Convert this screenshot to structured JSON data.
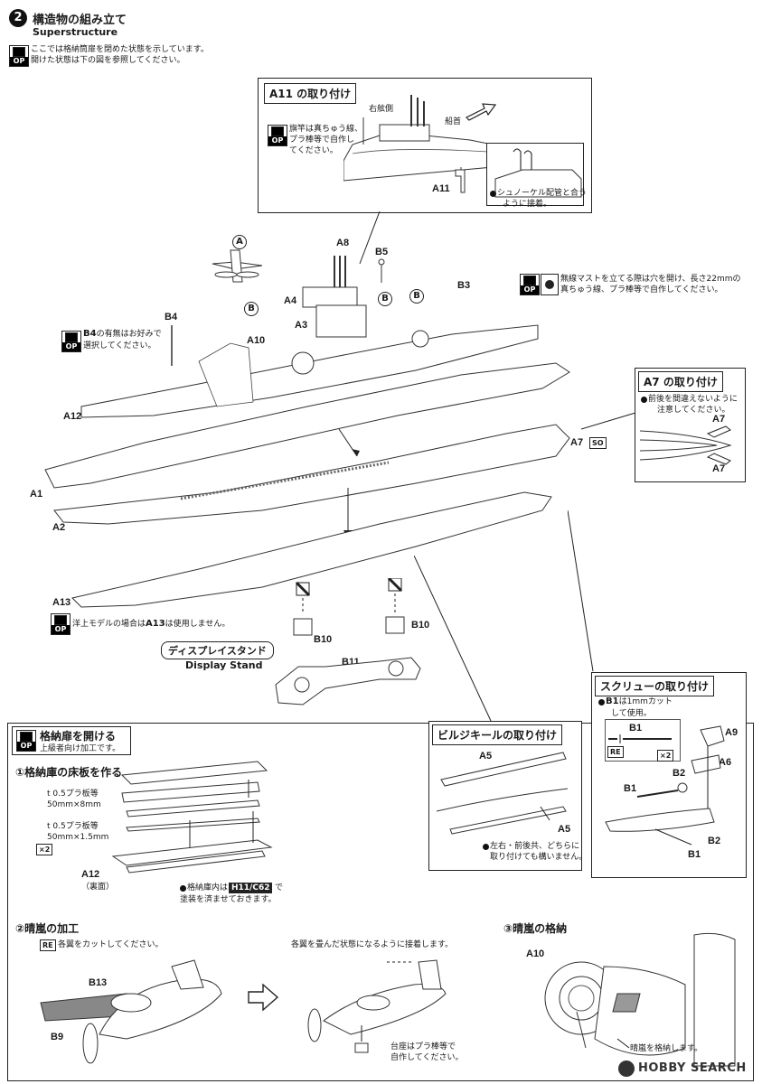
{
  "step": {
    "number": "2",
    "title_jp": "構造物の組み立て",
    "title_en": "Superstructure",
    "op_note_line1": "ここでは格納筒扉を閉めた状態を示しています。",
    "op_note_line2": "開けた状態は下の図を参照してください。"
  },
  "op_icon_text": "OP",
  "a11_box": {
    "title": "A11 の取り付け",
    "starboard": "右舷側",
    "bow": "船首",
    "note_line1": "旗竿は真ちゅう線、",
    "note_line2": "プラ棒等で自作し",
    "note_line3": "てください。",
    "part": "A11",
    "snorkel_line1": "シュノーケル配管と合う",
    "snorkel_line2": "ように接着。"
  },
  "mast_note": {
    "line1": "無線マストを立てる際は穴を開け、長さ22mmの",
    "line2": "真ちゅう線、プラ棒等で自作してください。"
  },
  "b4_note": {
    "line1_part": "B4",
    "line1_rest": "の有無はお好みで",
    "line2": "選択してください。"
  },
  "labels": {
    "A": "A",
    "B": "B",
    "A8": "A8",
    "B5": "B5",
    "A4": "A4",
    "A3": "A3",
    "B3": "B3",
    "B4": "B4",
    "A10": "A10",
    "A12": "A12",
    "A1": "A1",
    "A2": "A2",
    "A13": "A13",
    "A7": "A7",
    "SO": "SO",
    "B10": "B10",
    "B11": "B11"
  },
  "a7_box": {
    "title": "A7 の取り付け",
    "note_line1": "前後を間違えないように",
    "note_line2": "注意してください。",
    "part": "A7"
  },
  "a13_note": {
    "prefix": "洋上モデルの場合は",
    "part": "A13",
    "suffix": "は使用しません。"
  },
  "stand": {
    "title_jp": "ディスプレイスタンド",
    "title_en": "Display Stand"
  },
  "hangar_box": {
    "title": "格納扉を開ける",
    "subtitle": "上級者向け加工です。",
    "step1": "①格納庫の床板を作る",
    "plate1_line1": "t 0.5プラ板等",
    "plate1_line2": "50mm×8mm",
    "plate2_line1": "t 0.5プラ板等",
    "plate2_line2": "50mm×1.5mm",
    "x2": "×2",
    "part": "A12",
    "part_sub": "（裏面）",
    "paint_pre": "格納庫内は",
    "paint_code": "H11/C62",
    "paint_post": "で",
    "paint_line2": "塗装を済ませておきます。",
    "step2": "②晴嵐の加工",
    "re": "RE",
    "cut_wings": "各翼をカットしてください。",
    "fold_note": "各翼を畳んだ状態になるように接着します。",
    "b13": "B13",
    "b9": "B9",
    "cradle_line1": "台座はプラ棒等で",
    "cradle_line2": "自作してください。",
    "step3": "③晴嵐の格納",
    "a10": "A10",
    "store_note": "晴嵐を格納します。"
  },
  "bilge_box": {
    "title": "ビルジキールの取り付け",
    "part": "A5",
    "note_line1": "左右・前後共、どちらに",
    "note_line2": "取り付けても構いません。"
  },
  "screw_box": {
    "title": "スクリューの取り付け",
    "note_part": "B1",
    "note_line1_rest": "は1mmカット",
    "note_line2": "して使用。",
    "b1": "B1",
    "re": "RE",
    "x2": "×2",
    "a9": "A9",
    "a6": "A6",
    "b2": "B2"
  },
  "watermark": "HOBBY SEARCH"
}
